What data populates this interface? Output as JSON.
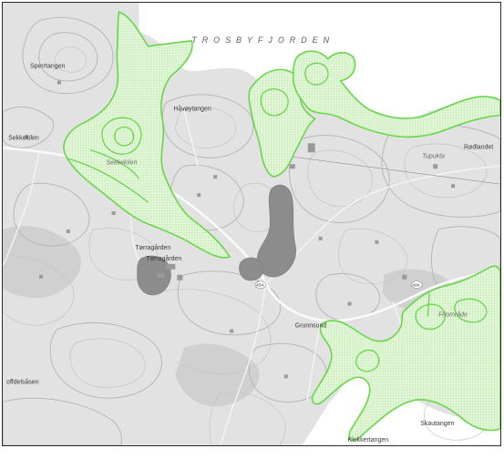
{
  "map": {
    "colors": {
      "land": "#e2e2e2",
      "water": "#ffffff",
      "zone_outline": "#69d64a",
      "zone_fill": "#d6f3c8",
      "lake": "#8c8c8c",
      "building": "#9a9a9a",
      "contour": "#b3b3b3",
      "frame": "#2b2b2b"
    },
    "labels": {
      "fjord": "TROSBYFJORDEN",
      "sperrtangen": "Sperrtangen",
      "sekkekilen": "Sekkekilen",
      "sekkekilen_water": "Sekkekilen",
      "havoytangen": "Håvøytangen",
      "radlandet": "Rødlandet",
      "tupukta": "Tupukta",
      "terragarden_1": "Tørragården",
      "terragarden_2": "Tørragården",
      "grunnsund": "Grunnsund",
      "offdelsasen": "offdelsåsen",
      "skautangen": "Skautangen",
      "klokkertangen": "Klokkertangen",
      "road_no_1": "404",
      "road_no_2": "404",
      "zone_label": "Friområde"
    }
  }
}
